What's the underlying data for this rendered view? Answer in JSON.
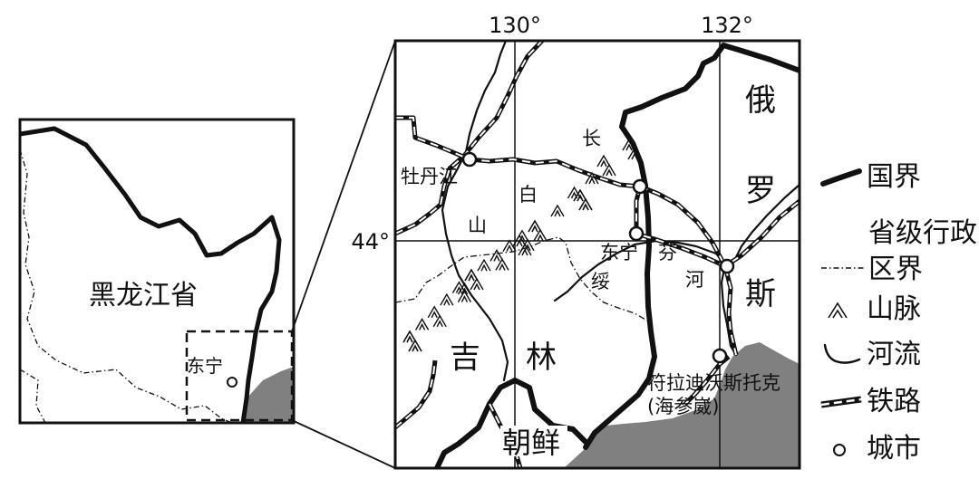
{
  "colors": {
    "ink": "#111111",
    "sea": "#808080",
    "paper": "#ffffff"
  },
  "inset": {
    "province_label": "黑龙江省",
    "city_label": "东宁"
  },
  "main_map": {
    "lon_labels": [
      "130°",
      "132°"
    ],
    "lat_labels": [
      "44°"
    ],
    "cities": [
      "牡丹江",
      "东宁",
      "符拉迪沃斯托克",
      "(海参崴)"
    ],
    "mountain_labels": [
      "长",
      "白",
      "山"
    ],
    "river_labels": [
      "绥",
      "芬",
      "河"
    ],
    "region_labels": [
      "吉",
      "林",
      "俄",
      "罗",
      "斯",
      "朝鲜"
    ]
  },
  "legend": {
    "items": [
      {
        "icon": "national-border-line",
        "label": "国界"
      },
      {
        "icon": "provincial-boundary-line",
        "label": "省级行政区界"
      },
      {
        "icon": "mountain-symbol",
        "label": "山脉"
      },
      {
        "icon": "river-line",
        "label": "河流"
      },
      {
        "icon": "railway-line",
        "label": "铁路"
      },
      {
        "icon": "city-circle",
        "label": "城市"
      }
    ]
  }
}
